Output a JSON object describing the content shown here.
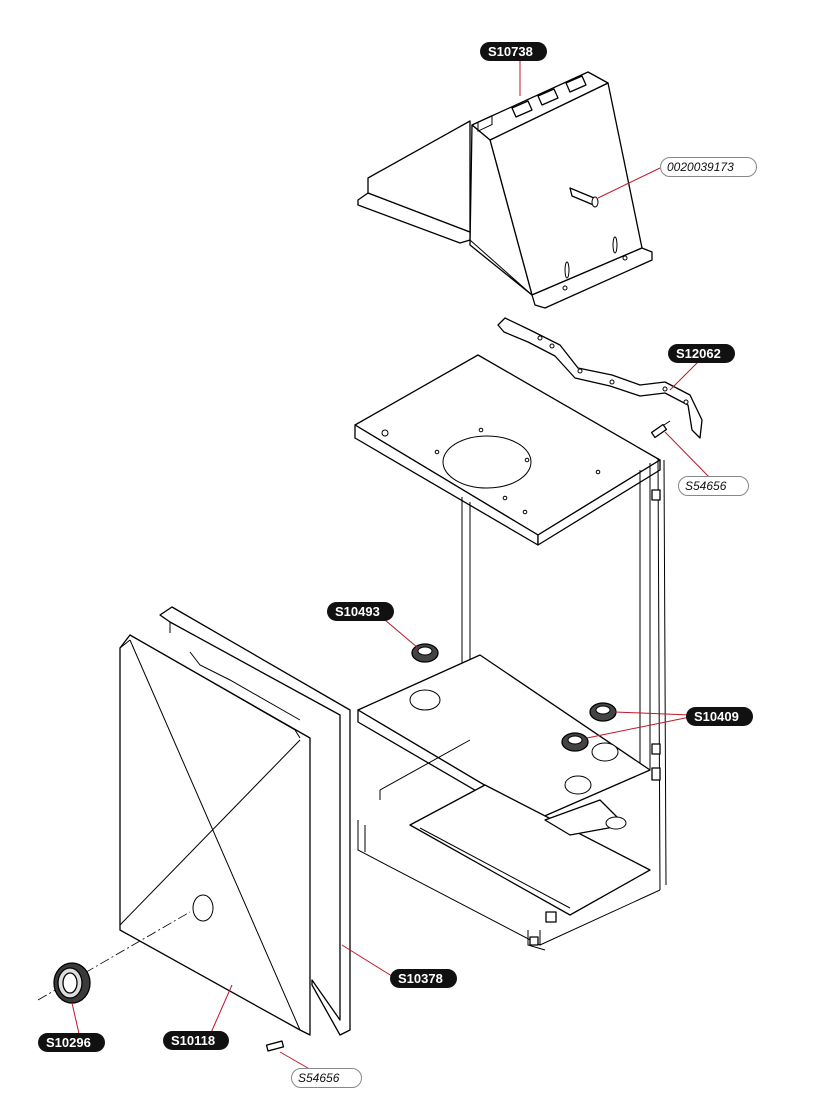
{
  "labels": {
    "s10738": "S10738",
    "p0020039173": "0020039173",
    "s12062": "S12062",
    "s54656_top": "S54656",
    "s10493": "S10493",
    "s10409": "S10409",
    "s10378": "S10378",
    "s10296": "S10296",
    "s10118": "S10118",
    "s54656_bottom": "S54656"
  },
  "colors": {
    "label_dark_bg": "#111111",
    "label_dark_text": "#ffffff",
    "leader": "#c0172a",
    "line": "#000000"
  }
}
